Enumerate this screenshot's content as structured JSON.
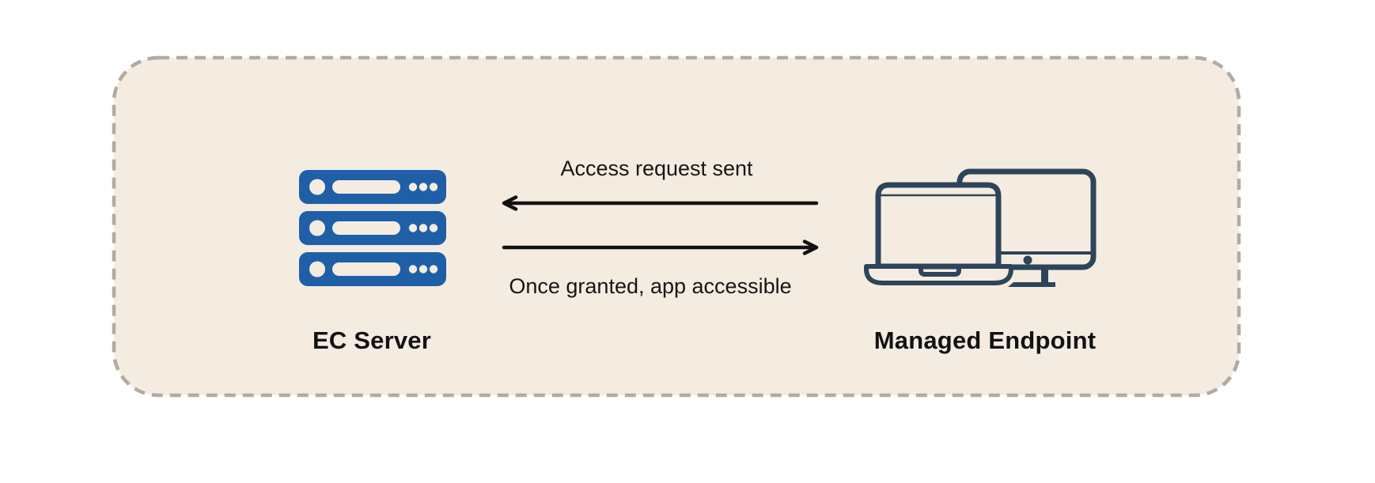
{
  "diagram": {
    "nodes": [
      {
        "id": "ec-server",
        "label": "EC Server",
        "icon": "server-stack-icon",
        "color": "#1e5fa7"
      },
      {
        "id": "managed-endpoint",
        "label": "Managed Endpoint",
        "icon": "laptop-and-monitor-icon",
        "color": "#2e4459"
      }
    ],
    "flows": [
      {
        "label": "Access request sent",
        "direction": "right-to-left"
      },
      {
        "label": "Once granted, app accessible",
        "direction": "left-to-right"
      }
    ],
    "colors": {
      "page_background": "#ffffff",
      "panel_background": "#f4ece1",
      "panel_border": "#b2aba2",
      "arrow": "#111111",
      "caption_text": "#161616",
      "label_text": "#121212",
      "server_blue": "#1e5fa7",
      "endpoint_navy": "#2e4459"
    }
  }
}
